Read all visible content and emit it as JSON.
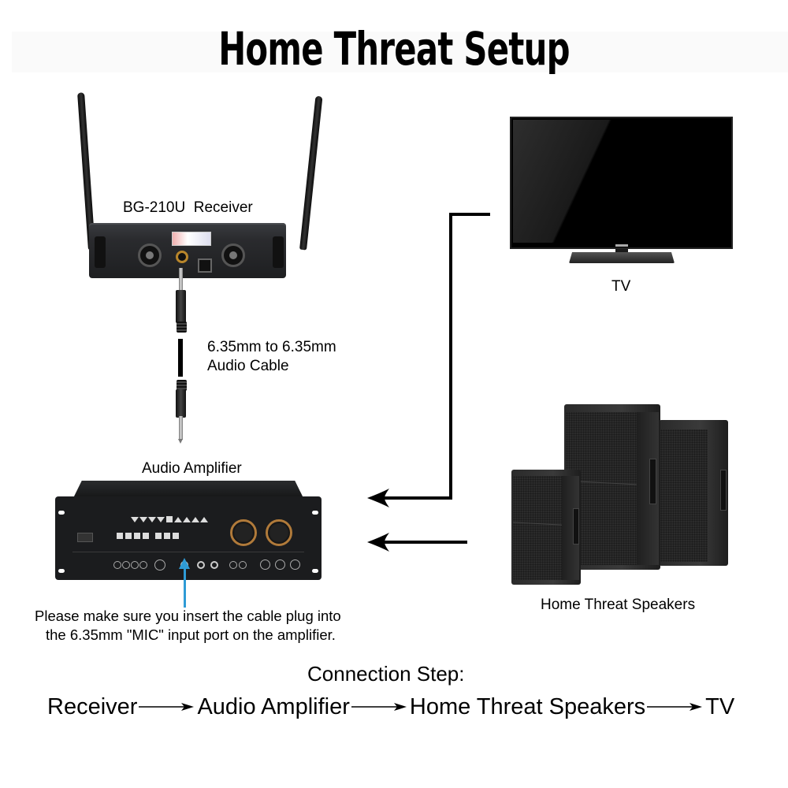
{
  "title": "Home Threat Setup",
  "components": {
    "receiver": {
      "label": "BG-210U  Receiver",
      "icon": "wireless-receiver-icon"
    },
    "cable": {
      "label_line1": "6.35mm to 6.35mm",
      "label_line2": "Audio Cable",
      "icon": "audio-cable-icon"
    },
    "amplifier": {
      "label": "Audio Amplifier",
      "icon": "amplifier-icon"
    },
    "tv": {
      "label": "TV",
      "icon": "tv-icon"
    },
    "speakers": {
      "label": "Home Threat Speakers",
      "icon": "speakers-icon"
    }
  },
  "note": {
    "line1": "Please make sure you insert the cable plug into",
    "line2": "the 6.35mm \"MIC\" input port on the amplifier.",
    "pointer_color": "#2f9bd6"
  },
  "connection_step": {
    "heading": "Connection Step:",
    "steps": [
      "Receiver",
      "Audio Amplifier",
      "Home Threat Speakers",
      "TV"
    ],
    "arrow": "arrow-right-icon"
  },
  "colors": {
    "text": "#000000",
    "background": "#ffffff",
    "amp_knob_ring": "#b07a3a",
    "jack_ring": "#b8862b"
  }
}
